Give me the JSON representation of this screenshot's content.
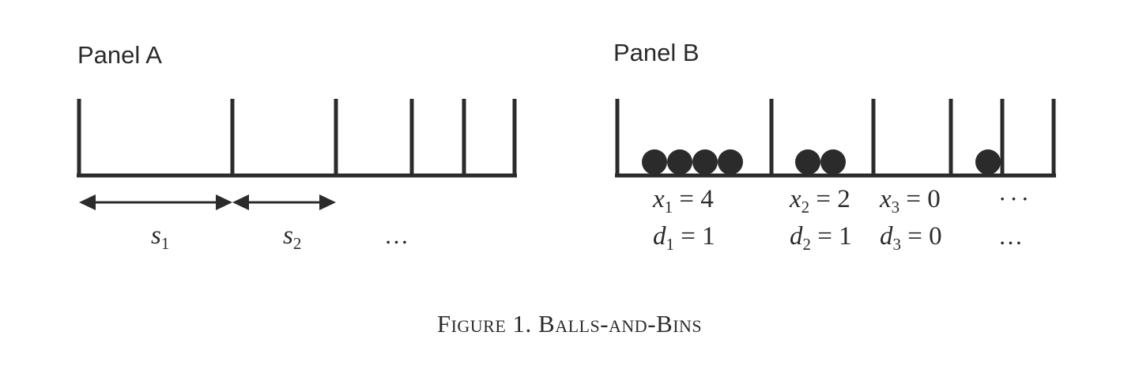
{
  "panel_a": {
    "title": "Panel A",
    "bins": 5,
    "labels": [
      {
        "var": "s",
        "sub": "1"
      },
      {
        "var": "s",
        "sub": "2"
      }
    ],
    "ellipsis": "…"
  },
  "panel_b": {
    "title": "Panel B",
    "bins": 5,
    "balls_per_bin": [
      4,
      2,
      0,
      1
    ],
    "x_labels": [
      {
        "var": "x",
        "sub": "1",
        "eq": "= 4"
      },
      {
        "var": "x",
        "sub": "2",
        "eq": "= 2"
      },
      {
        "var": "x",
        "sub": "3",
        "eq": "= 0"
      }
    ],
    "d_labels": [
      {
        "var": "d",
        "sub": "1",
        "eq": "= 1"
      },
      {
        "var": "d",
        "sub": "2",
        "eq": "= 1"
      },
      {
        "var": "d",
        "sub": "3",
        "eq": "= 0"
      }
    ],
    "x_ellipsis": "···",
    "d_ellipsis": "…"
  },
  "caption": "Figure 1. Balls-and-Bins",
  "colors": {
    "ink": "#2b2b2b",
    "background": "#ffffff"
  }
}
